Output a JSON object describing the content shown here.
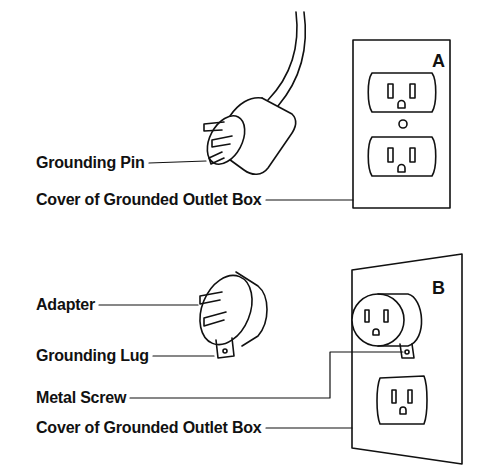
{
  "diagram": {
    "labels": [
      "Grounding Pin",
      "Cover of Grounded Outlet Box",
      "A",
      "Adapter",
      "Grounding Lug",
      "Metal Screw",
      "Cover of Grounded Outlet Box",
      "B"
    ]
  }
}
